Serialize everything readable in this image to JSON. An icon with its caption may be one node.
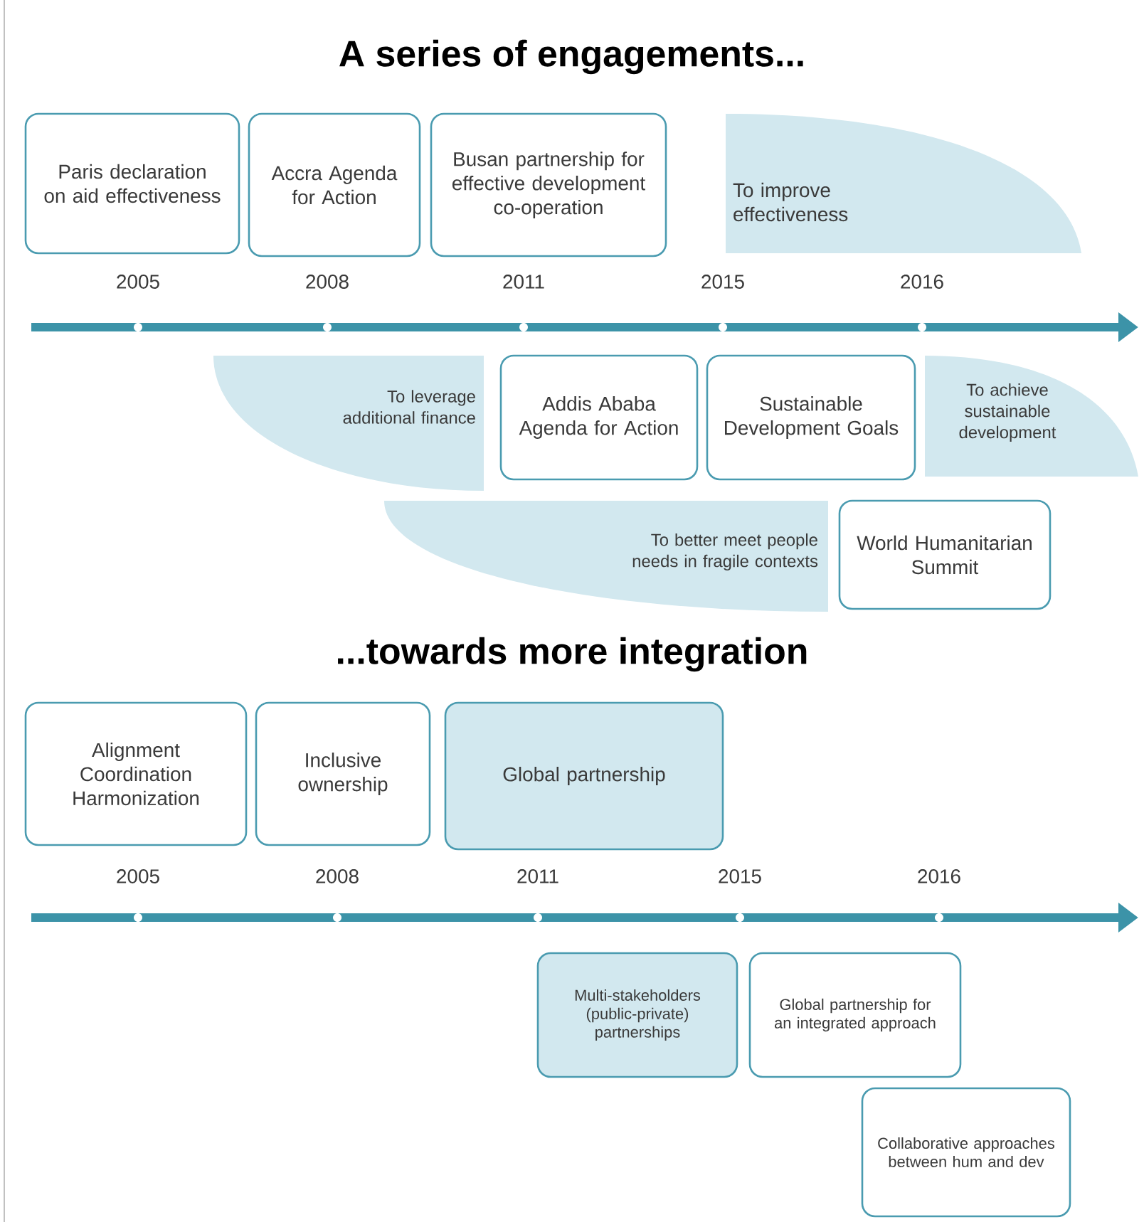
{
  "diagram": {
    "title": "A series of engagements...",
    "nodes": [
      {
        "text": [
          "Paris declaration on aid effectiveness"
        ]
      },
      {
        "text": [
          "Accra Agenda for Action"
        ]
      },
      {
        "text": [
          "Busan partnership for effective development co-operation"
        ]
      },
      {
        "text": [
          "To improve effectiveness"
        ]
      },
      {
        "text": [
          "To leverage additional finance"
        ]
      },
      {
        "text": [
          "Addis Ababa Agenda for Action"
        ]
      },
      {
        "text": [
          "Sustainable Development Goals"
        ]
      },
      {
        "text": [
          "To achieve sustainable development"
        ]
      },
      {
        "text": [
          "To better meet people needs in fragile contexts"
        ]
      },
      {
        "text": [
          "World Humanitarian Summit"
        ]
      },
      {
        "text": [
          "Alignment Coordination Harmonization"
        ]
      },
      {
        "text": [
          "Inclusive ownership"
        ]
      },
      {
        "text": [
          "Global partnership"
        ]
      },
      {
        "text": [
          "Multi-stakeholders (public-private) partnerships"
        ]
      },
      {
        "text": [
          "Global partnership for an integrated approach"
        ]
      },
      {
        "text": [
          "Collaborative approaches between hum and dev"
        ]
      }
    ],
    "labels": [
      "2005",
      "2008",
      "2011",
      "2015",
      "2016",
      "...towards more integration",
      "2005",
      "2008",
      "2011",
      "2015",
      "2016"
    ]
  }
}
